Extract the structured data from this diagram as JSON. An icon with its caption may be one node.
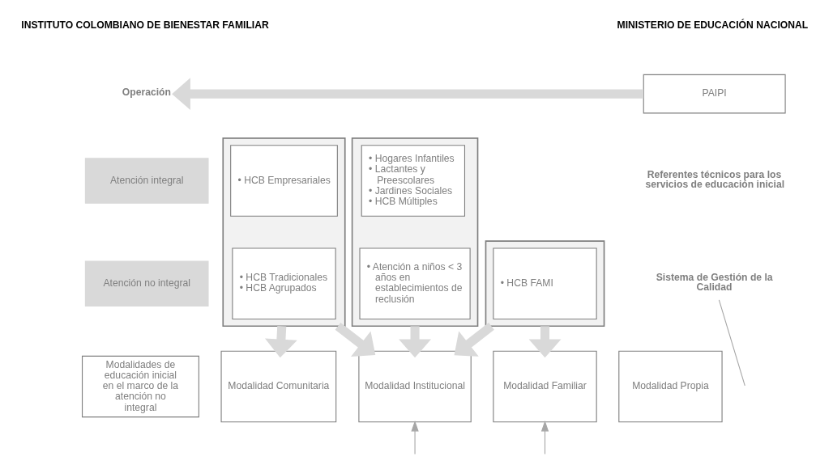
{
  "diagram": {
    "nodes": [
      {
        "text": [
          "Operación"
        ]
      },
      {
        "text": [
          "PAIPI"
        ]
      },
      {
        "text": [
          "Atención integral"
        ]
      },
      {
        "text": [
          "Atención no integral"
        ]
      },
      {
        "text": [],
        "shape": "box"
      },
      {
        "text": [
          "• HCB Empresariales"
        ],
        "in": 4
      },
      {
        "text": [
          "• HCB Tradicionales",
          "• HCB Agrupados"
        ],
        "in": 4
      },
      {
        "text": [],
        "shape": "box"
      },
      {
        "text": [
          "• Hogares Infantiles",
          "• Lactantes y Preescolares",
          "• Jardines Sociales",
          "• HCB Múltiples"
        ],
        "in": 7
      },
      {
        "text": [
          "• Atención a niños < 3 años en establecimientos de reclusión"
        ],
        "in": 7
      },
      {
        "text": [],
        "shape": "box"
      },
      {
        "text": [
          "• HCB FAMI"
        ],
        "in": 10
      },
      {
        "text": [
          "Modalidades de educación inicial en el marco de la atención no integral"
        ]
      },
      {
        "text": [
          "Modalidad Comunitaria"
        ]
      },
      {
        "text": [
          "Modalidad Institucional"
        ]
      },
      {
        "text": [
          "Modalidad Familiar"
        ]
      },
      {
        "text": [
          "Modalidad Propia"
        ]
      },
      {
        "text": [
          "Sistema de Gestión de la Calidad"
        ]
      }
    ],
    "edges": [
      {
        "from": 1,
        "to": 0,
        "arrow": "to"
      },
      {
        "from": 4,
        "to": 13,
        "arrow": "to"
      },
      {
        "from": 4,
        "to": 14,
        "arrow": "to"
      },
      {
        "from": 7,
        "to": 14,
        "arrow": "to"
      },
      {
        "from": 10,
        "to": 14,
        "arrow": "to"
      },
      {
        "from": 10,
        "to": 15,
        "arrow": "to"
      },
      {
        "from": null,
        "to": 14,
        "arrow": "to",
        "color": "#a6a6a6"
      },
      {
        "from": null,
        "to": 15,
        "arrow": "to",
        "color": "#a6a6a6"
      },
      {
        "from": 17,
        "to": null,
        "arrow": "none",
        "color": "#a6a6a6"
      }
    ],
    "labels": [
      "INSTITUTO COLOMBIANO DE BIENESTAR FAMILIAR",
      "MINISTERIO DE EDUCACIÓN NACIONAL",
      "Referentes técnicos para los servicios de educación inicial"
    ]
  }
}
